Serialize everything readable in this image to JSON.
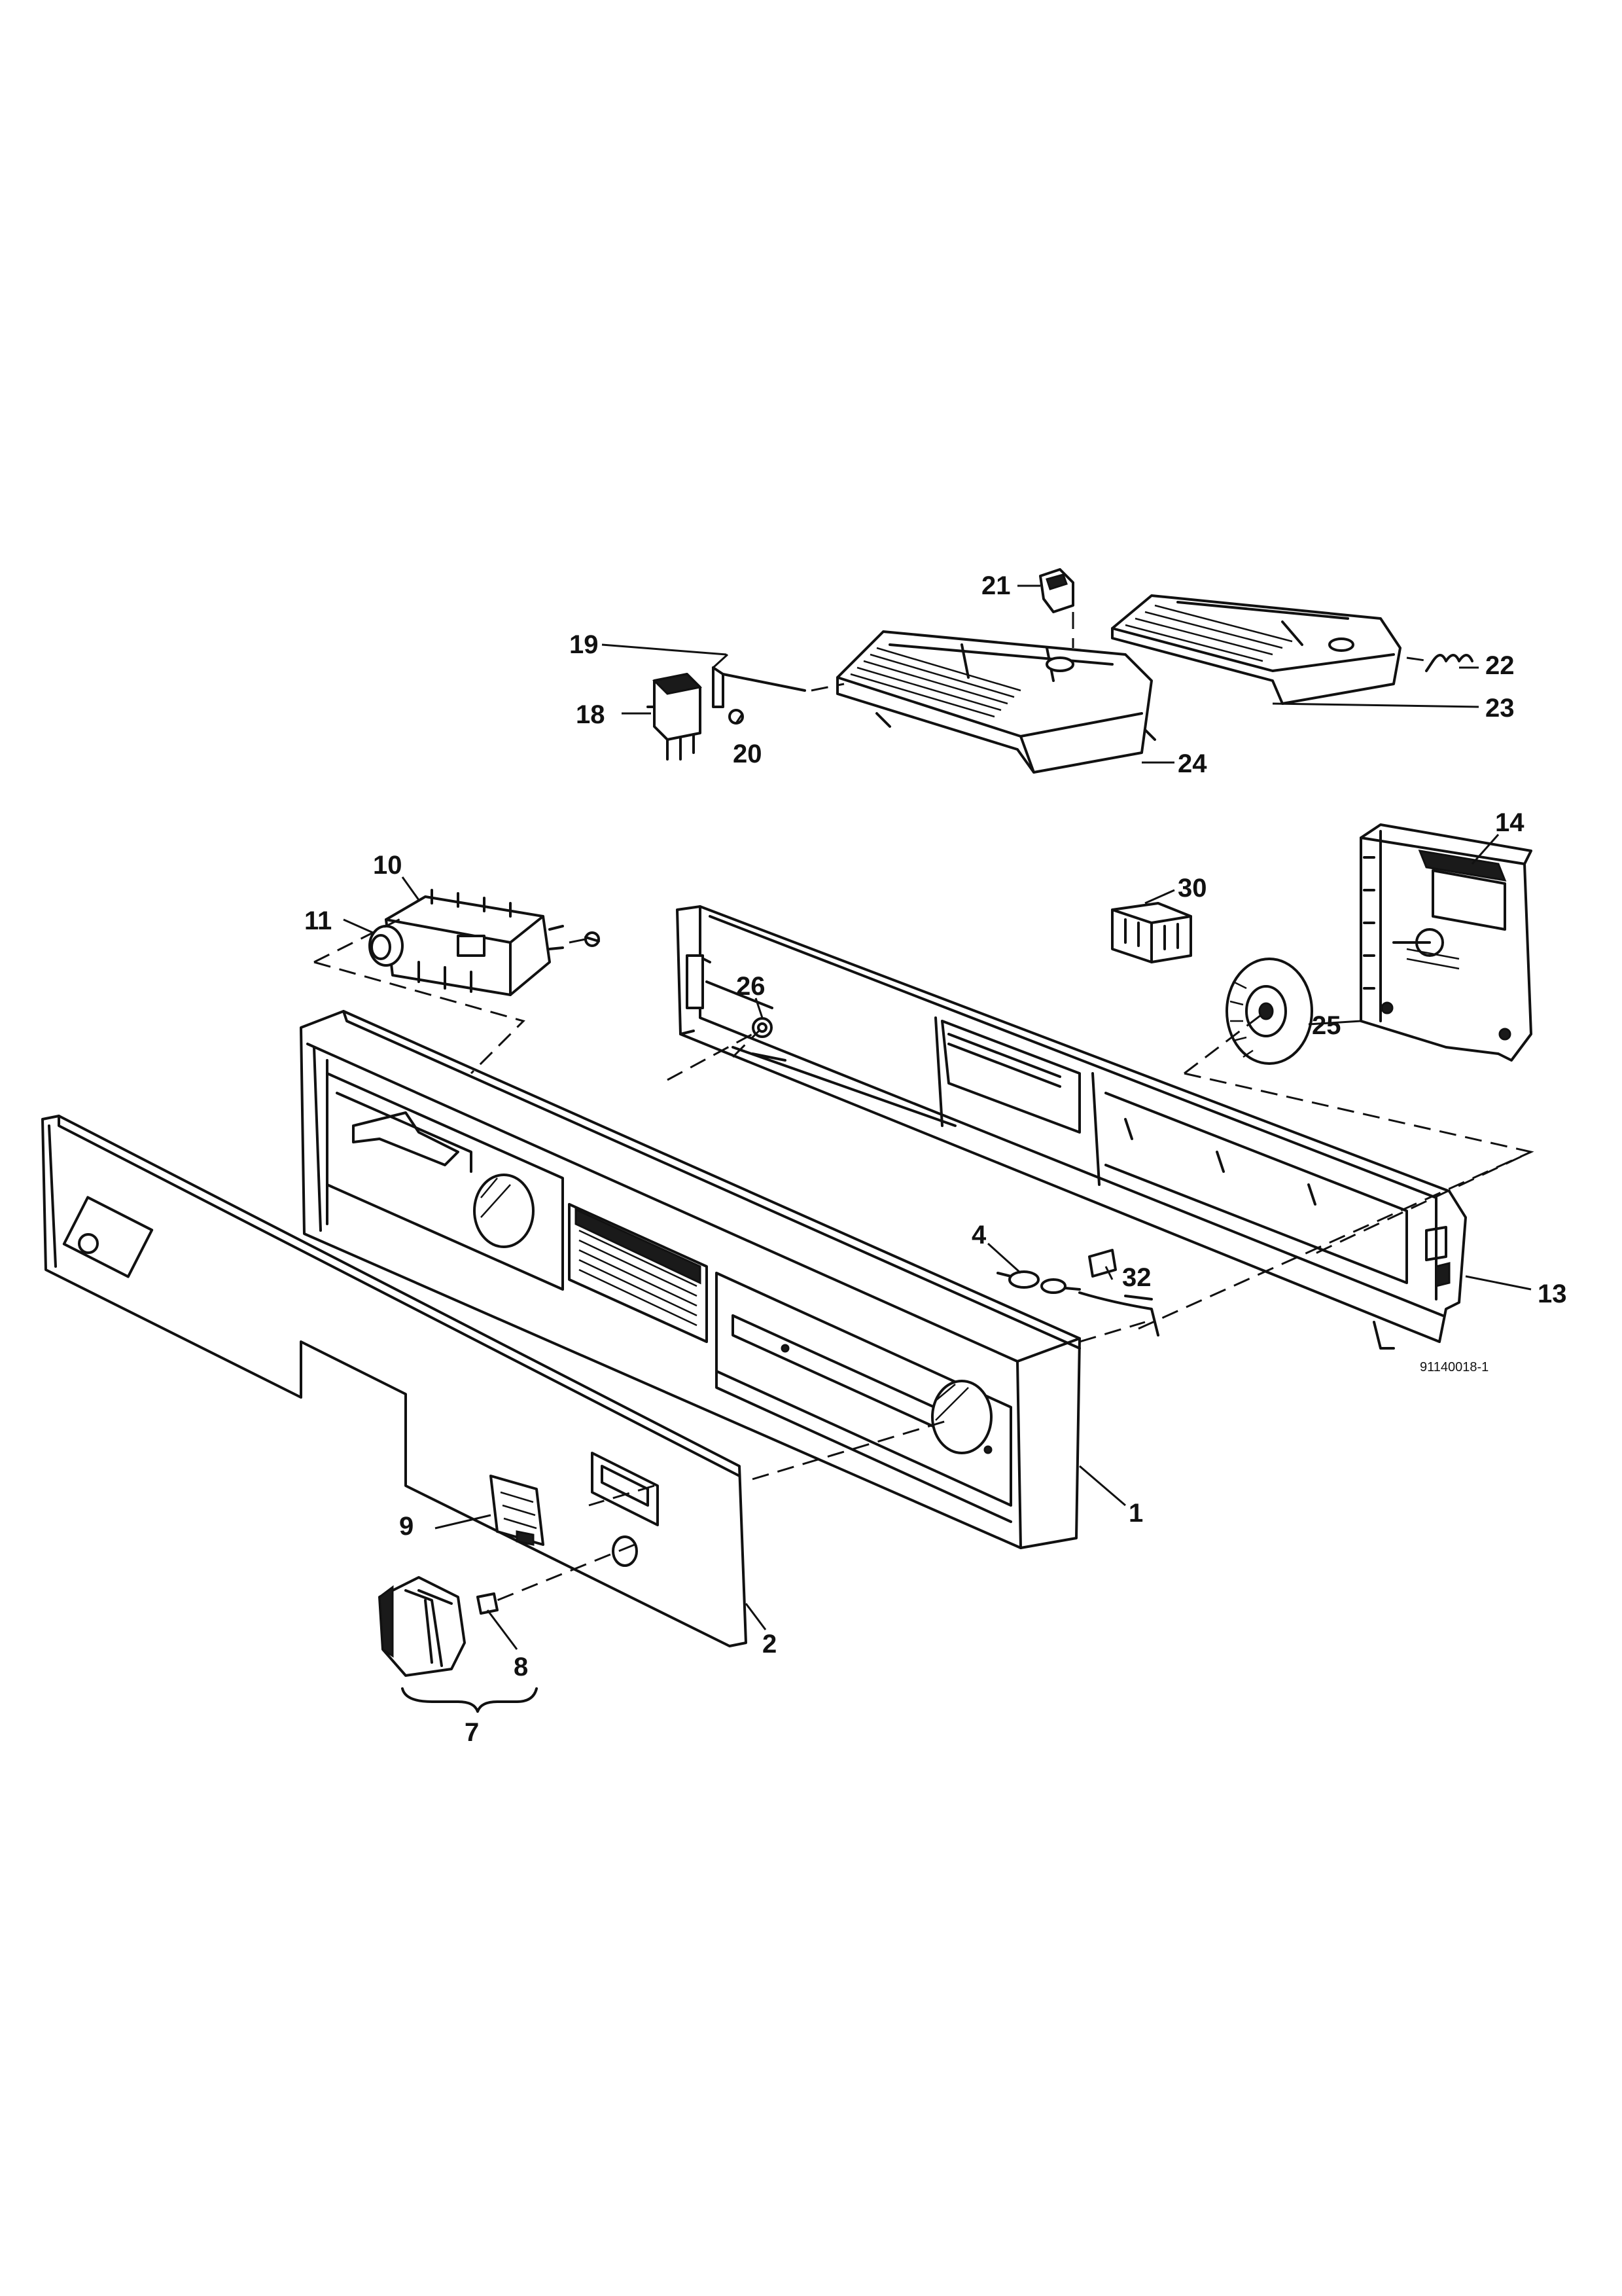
{
  "diagram": {
    "reference_code": "91140018-1",
    "callouts": {
      "c1": "1",
      "c2": "2",
      "c4": "4",
      "c7": "7",
      "c8": "8",
      "c9": "9",
      "c10": "10",
      "c11": "11",
      "c13": "13",
      "c14": "14",
      "c18": "18",
      "c19": "19",
      "c20": "20",
      "c21": "21",
      "c22": "22",
      "c23": "23",
      "c24": "24",
      "c25": "25",
      "c26": "26",
      "c30": "30",
      "c32": "32"
    }
  }
}
